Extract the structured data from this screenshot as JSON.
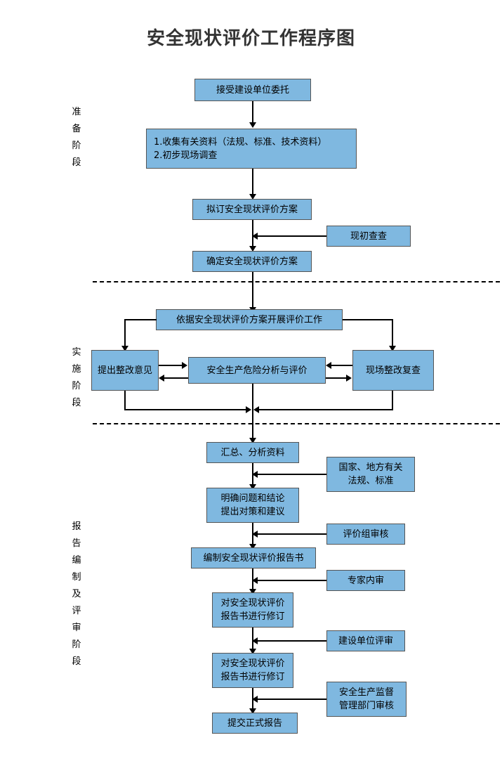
{
  "page": {
    "title": "安全现状评价工作程序图",
    "box_fill": "#7FB8E0",
    "box_border": "#555555",
    "line_color": "#000000",
    "title_color": "#333333"
  },
  "stages": [
    {
      "id": "preparation",
      "label": "准备阶段"
    },
    {
      "id": "implementation",
      "label": "实施阶段"
    },
    {
      "id": "reporting",
      "label": "报告编制及评审阶段"
    }
  ],
  "nodes": {
    "accept_commission": {
      "label": "接受建设单位委托"
    },
    "collect_materials": {
      "line1": "1.收集有关资料（法规、标准、技术资料）",
      "line2": "2.初步现场调查"
    },
    "draft_plan": {
      "label": "拟订安全现状评价方案"
    },
    "preliminary_survey": {
      "label": "现初查查"
    },
    "confirm_plan": {
      "label": "确定安全现状评价方案"
    },
    "carry_out_evaluation": {
      "label": "依据安全现状评价方案开展评价工作"
    },
    "rectification_opinion": {
      "label": "提出整改意见"
    },
    "hazard_analysis": {
      "label": "安全生产危险分析与评价"
    },
    "site_recheck": {
      "label": "现场整改复查"
    },
    "summarize_analyze": {
      "label": "汇总、分析资料"
    },
    "laws_standards": {
      "line1": "国家、地方有关",
      "line2": "法规、标准"
    },
    "clarify_conclusions": {
      "line1": "明确问题和结论",
      "line2": "提出对策和建议"
    },
    "group_review": {
      "label": "评价组审核"
    },
    "compile_report": {
      "label": "编制安全现状评价报告书"
    },
    "expert_internal_review": {
      "label": "专家内审"
    },
    "revise_report_1": {
      "line1": "对安全现状评价",
      "line2": "报告书进行修订"
    },
    "owner_review": {
      "label": "建设单位评审"
    },
    "revise_report_2": {
      "line1": "对安全现状评价",
      "line2": "报告书进行修订"
    },
    "authority_review": {
      "line1": "安全生产监督",
      "line2": "管理部门审核"
    },
    "submit_final_report": {
      "label": "提交正式报告"
    }
  },
  "chart_data": {
    "type": "flowchart",
    "title": "安全现状评价工作程序图",
    "stages": [
      "准备阶段",
      "实施阶段",
      "报告编制及评审阶段"
    ],
    "nodes": [
      {
        "id": "accept_commission",
        "text": "接受建设单位委托",
        "stage": "准备阶段",
        "column": "main"
      },
      {
        "id": "collect_materials",
        "text": "1.收集有关资料（法规、标准、技术资料） 2.初步现场调查",
        "stage": "准备阶段",
        "column": "main"
      },
      {
        "id": "draft_plan",
        "text": "拟订安全现状评价方案",
        "stage": "准备阶段",
        "column": "main"
      },
      {
        "id": "preliminary_survey",
        "text": "现初查查",
        "stage": "准备阶段",
        "column": "right"
      },
      {
        "id": "confirm_plan",
        "text": "确定安全现状评价方案",
        "stage": "准备阶段",
        "column": "main"
      },
      {
        "id": "carry_out_evaluation",
        "text": "依据安全现状评价方案开展评价工作",
        "stage": "实施阶段",
        "column": "main"
      },
      {
        "id": "rectification_opinion",
        "text": "提出整改意见",
        "stage": "实施阶段",
        "column": "left"
      },
      {
        "id": "hazard_analysis",
        "text": "安全生产危险分析与评价",
        "stage": "实施阶段",
        "column": "main"
      },
      {
        "id": "site_recheck",
        "text": "现场整改复查",
        "stage": "实施阶段",
        "column": "right"
      },
      {
        "id": "summarize_analyze",
        "text": "汇总、分析资料",
        "stage": "报告编制及评审阶段",
        "column": "main"
      },
      {
        "id": "laws_standards",
        "text": "国家、地方有关法规、标准",
        "stage": "报告编制及评审阶段",
        "column": "right"
      },
      {
        "id": "clarify_conclusions",
        "text": "明确问题和结论 提出对策和建议",
        "stage": "报告编制及评审阶段",
        "column": "main"
      },
      {
        "id": "group_review",
        "text": "评价组审核",
        "stage": "报告编制及评审阶段",
        "column": "right"
      },
      {
        "id": "compile_report",
        "text": "编制安全现状评价报告书",
        "stage": "报告编制及评审阶段",
        "column": "main"
      },
      {
        "id": "expert_internal_review",
        "text": "专家内审",
        "stage": "报告编制及评审阶段",
        "column": "right"
      },
      {
        "id": "revise_report_1",
        "text": "对安全现状评价报告书进行修订",
        "stage": "报告编制及评审阶段",
        "column": "main"
      },
      {
        "id": "owner_review",
        "text": "建设单位评审",
        "stage": "报告编制及评审阶段",
        "column": "right"
      },
      {
        "id": "revise_report_2",
        "text": "对安全现状评价报告书进行修订",
        "stage": "报告编制及评审阶段",
        "column": "main"
      },
      {
        "id": "authority_review",
        "text": "安全生产监督管理部门审核",
        "stage": "报告编制及评审阶段",
        "column": "right"
      },
      {
        "id": "submit_final_report",
        "text": "提交正式报告",
        "stage": "报告编制及评审阶段",
        "column": "main"
      }
    ],
    "edges": [
      {
        "from": "accept_commission",
        "to": "collect_materials",
        "type": "arrow"
      },
      {
        "from": "collect_materials",
        "to": "draft_plan",
        "type": "arrow"
      },
      {
        "from": "draft_plan",
        "to": "confirm_plan",
        "type": "arrow"
      },
      {
        "from": "preliminary_survey",
        "to": "draft_plan",
        "type": "arrow"
      },
      {
        "from": "confirm_plan",
        "to": "carry_out_evaluation",
        "type": "arrow"
      },
      {
        "from": "carry_out_evaluation",
        "to": "rectification_opinion",
        "type": "arrow"
      },
      {
        "from": "carry_out_evaluation",
        "to": "site_recheck",
        "type": "arrow"
      },
      {
        "from": "rectification_opinion",
        "to": "hazard_analysis",
        "type": "bidirectional"
      },
      {
        "from": "hazard_analysis",
        "to": "site_recheck",
        "type": "bidirectional"
      },
      {
        "from": "rectification_opinion",
        "to": "summarize_analyze",
        "type": "arrow"
      },
      {
        "from": "site_recheck",
        "to": "summarize_analyze",
        "type": "arrow"
      },
      {
        "from": "summarize_analyze",
        "to": "clarify_conclusions",
        "type": "arrow"
      },
      {
        "from": "laws_standards",
        "to": "clarify_conclusions",
        "type": "arrow"
      },
      {
        "from": "clarify_conclusions",
        "to": "compile_report",
        "type": "arrow"
      },
      {
        "from": "group_review",
        "to": "compile_report",
        "type": "arrow"
      },
      {
        "from": "compile_report",
        "to": "revise_report_1",
        "type": "arrow"
      },
      {
        "from": "expert_internal_review",
        "to": "revise_report_1",
        "type": "arrow"
      },
      {
        "from": "revise_report_1",
        "to": "revise_report_2",
        "type": "arrow"
      },
      {
        "from": "owner_review",
        "to": "revise_report_2",
        "type": "arrow"
      },
      {
        "from": "revise_report_2",
        "to": "submit_final_report",
        "type": "arrow"
      },
      {
        "from": "authority_review",
        "to": "submit_final_report",
        "type": "arrow"
      }
    ]
  }
}
